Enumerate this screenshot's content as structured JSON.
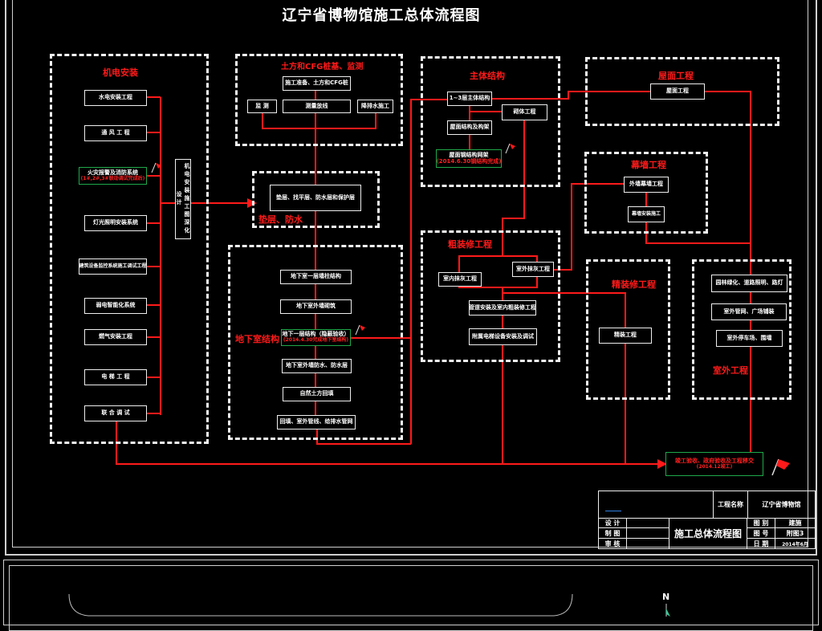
{
  "title": "辽宁省博物馆施工总体流程图",
  "colors": {
    "line": "#ff1a1a",
    "group_title": "#ff1a1a",
    "milestone_border": "#1fa84a",
    "box_border": "#eeeeee",
    "background": "#000000"
  },
  "groups": {
    "mep": {
      "title": "机电安装",
      "items": [
        "水电安装工程",
        "通 风 工 程",
        "火灾报警及消防系统",
        "灯光照明安装系统",
        "建筑设备监控系统施工调试工程",
        "弱电智能化系统",
        "燃气安装工程",
        "电 梯 工 程",
        "联 合 调 试"
      ],
      "milestone_sub": "(1#,2#,3#联动调试完成后)",
      "side_label": "机电安装施工图深化设计"
    },
    "earthwork": {
      "title": "土方和CFG桩基、监测",
      "items": [
        "施工准备、土方和CFG桩",
        "监 测",
        "测量放线",
        "降排水施工"
      ]
    },
    "cushion": {
      "title": "垫层、防水",
      "items": [
        "垫层、找平层、防水层和保护层"
      ]
    },
    "basement": {
      "title": "地下室结构",
      "items": [
        "地下室一层墙柱结构",
        "地下室外墙砌筑",
        "地下一层结构（隐蔽验收）",
        "地下室外墙防水、防水层",
        "自然土方回填",
        "回填、室外管线、给排水管网"
      ],
      "milestone_sub": "(2014.4.30完成地下室结构)"
    },
    "main": {
      "title": "主体结构",
      "items": [
        "1~3层主体结构",
        "砌体工程",
        "屋面结构及构架",
        "屋面钢结构网架"
      ],
      "milestone_sub": "(2014.6.30钢结构完成)"
    },
    "roof": {
      "title": "屋面工程",
      "items": [
        "屋面工程"
      ]
    },
    "curtain": {
      "title": "幕墙工程",
      "items": [
        "外墙幕墙工程",
        "幕墙安装施工"
      ]
    },
    "rough": {
      "title": "粗装修工程",
      "items": [
        "室内抹灰工程",
        "室外抹灰工程",
        "管道安装及室内粗装修工程",
        "附属电梯设备安装及调试"
      ]
    },
    "fine": {
      "title": "精装修工程",
      "items": [
        "精装工程"
      ]
    },
    "outdoor": {
      "title": "室外工程",
      "items": [
        "园林绿化、道路照明、路灯",
        "室外管网、广场铺装",
        "室外停车场、围墙"
      ]
    }
  },
  "final": {
    "label": "竣工验收、政府验收及工程移交",
    "sub": "(2014.12竣工)"
  },
  "titleblock": {
    "project_label": "工程名称",
    "project_value": "辽宁省博物馆",
    "design": "设 计",
    "draw": "制 图",
    "check": "审 核",
    "drawing_name": "施工总体流程图",
    "category_label": "图 别",
    "category_value": "建施",
    "number_label": "图 号",
    "number_value": "附图3",
    "date_label": "日 期",
    "date_value": "2014年6月"
  },
  "second_sheet": {
    "north": "N"
  }
}
